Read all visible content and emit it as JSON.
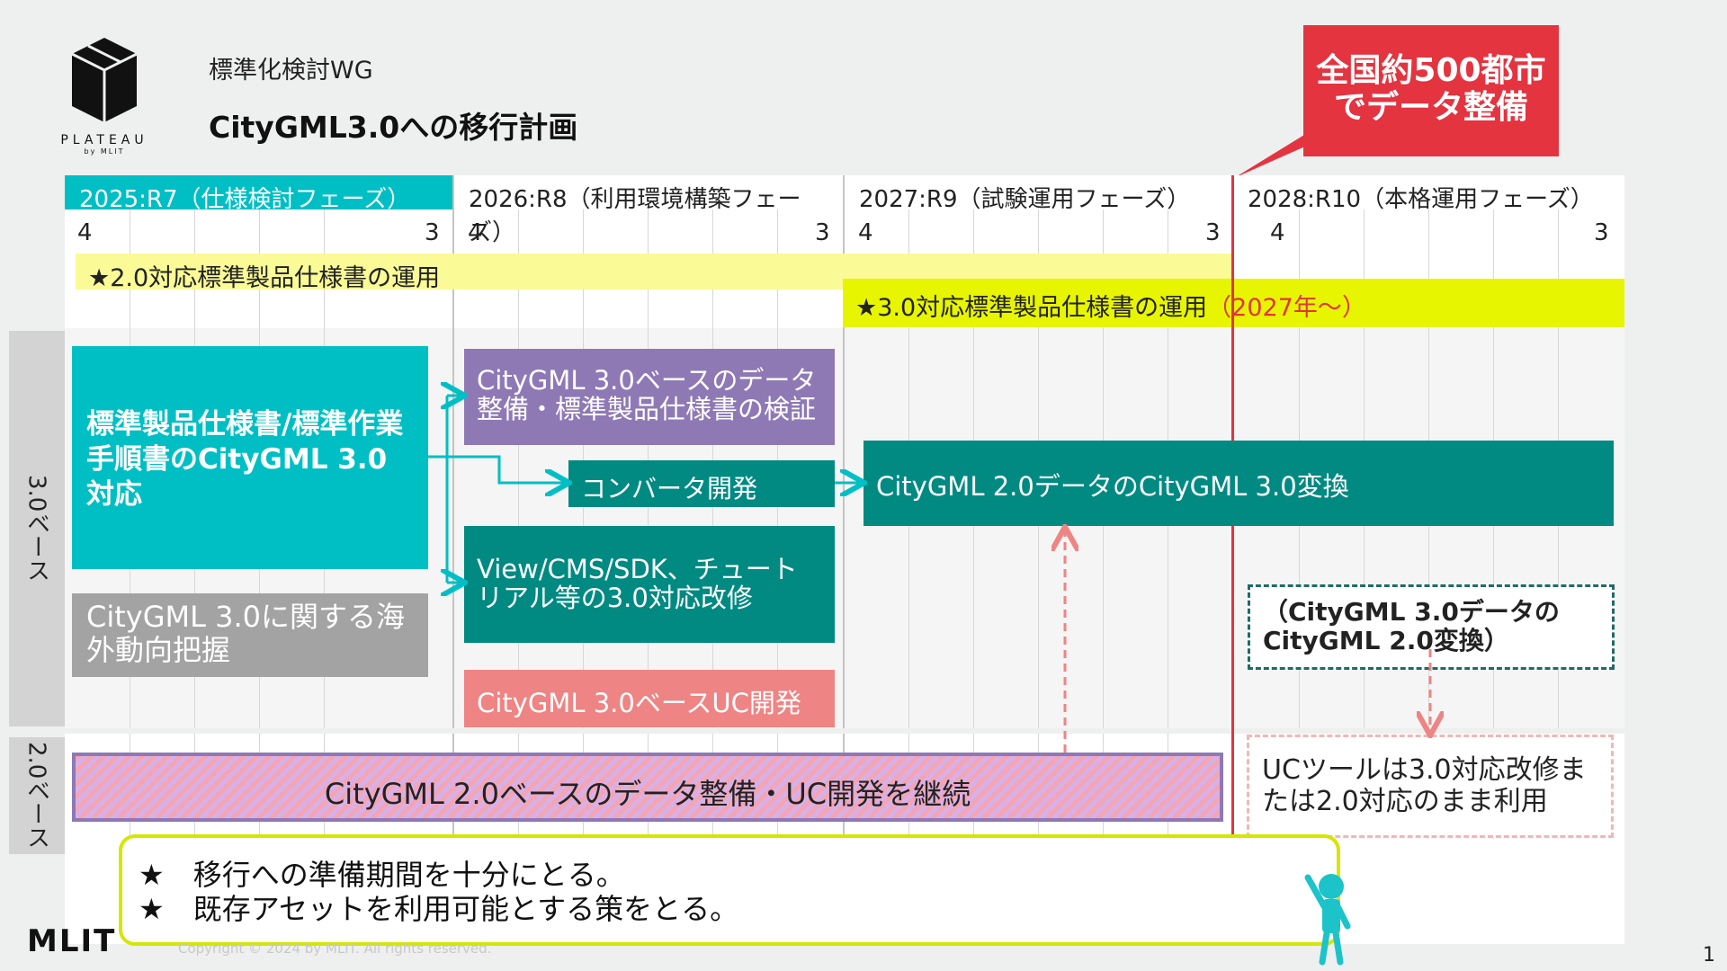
{
  "header": {
    "logo_text": "PLATEAU",
    "logo_sub": "by MLIT",
    "subtitle": "標準化検討WG",
    "title": "CityGML3.0への移行計画"
  },
  "callout": {
    "line1": "全国約500都市",
    "line2": "でデータ整備"
  },
  "timeline": {
    "years": [
      {
        "label": "2025:R7（仕様検討フェーズ）"
      },
      {
        "label": "2026:R8（利用環境構築フェーズ）"
      },
      {
        "label": "2027:R9（試験運用フェーズ）"
      },
      {
        "label": "2028:R10（本格運用フェーズ）"
      }
    ],
    "month_start": "4",
    "month_end": "3"
  },
  "bands": {
    "spec20": "★2.0対応標準製品仕様書の運用",
    "spec30_main": "★3.0対応標準製品仕様書の運用",
    "spec30_date": "（2027年～）"
  },
  "rows": {
    "base30": "3.0ベース",
    "base20": "2.0ベース"
  },
  "tasks": {
    "spec_support": "標準製品仕様書/標準作業手順書のCityGML 3.0対応",
    "overseas": "CityGML 3.0に関する海外動向把握",
    "data_verify": "CityGML 3.0ベースのデータ整備・標準製品仕様書の検証",
    "converter": "コンバータ開発",
    "viewer": "View/CMS/SDK、チュートリアル等の3.0対応改修",
    "uc30": "CityGML 3.0ベースUC開発",
    "convert_main": "CityGML 2.0データのCityGML 3.0変換",
    "reverse_convert": "（CityGML 3.0データのCityGML 2.0変換）",
    "uc_tools": "UCツールは3.0対応改修または2.0対応のまま利用",
    "continue20": "CityGML 2.0ベースのデータ整備・UC開発を継続"
  },
  "notes": {
    "line1": "★　移行への準備期間を十分にとる。",
    "line2": "★　既存アセットを利用可能とする策をとる。"
  },
  "footer": {
    "mlit_logo": "MLIT",
    "copyright": "Copyright © 2024 by MLIT. All rights reserved.",
    "page_number": "1"
  },
  "colors": {
    "teal": "#00bfc4",
    "dark_teal": "#008a82",
    "purple": "#8e79b5",
    "pink": "#ef8484",
    "gray": "#a3a3a3",
    "yellow": "#fafa96",
    "lime": "#e8f500",
    "red": "#e33440",
    "note_border": "#d5e600"
  }
}
